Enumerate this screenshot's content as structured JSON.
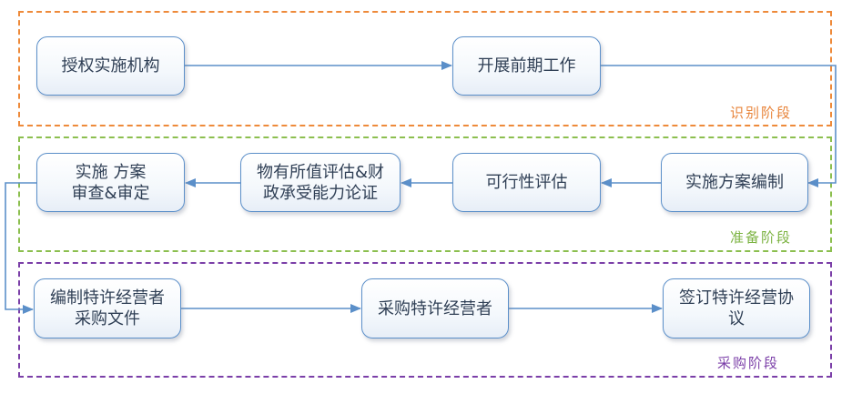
{
  "stages": {
    "identify": {
      "label": "识别阶段",
      "color": "#e8843a"
    },
    "prepare": {
      "label": "准备阶段",
      "color": "#7cb342"
    },
    "procure": {
      "label": "采购阶段",
      "color": "#7b3fa8"
    }
  },
  "nodes": {
    "authorize_agency": "授权实施机构",
    "preliminary_work": "开展前期工作",
    "plan_preparation": "实施方案编制",
    "feasibility_assessment": "可行性评估",
    "vfm_fiscal_assessment": "物有所值评估&财\n政承受能力论证",
    "plan_review_approval": "实施 方案\n审查&审定",
    "procurement_docs": "编制特许经营者\n采购文件",
    "procure_operator": "采购特许经营者",
    "sign_agreement": "签订特许经营协\n议"
  },
  "colors": {
    "arrow": "#5b8fc9",
    "node_border": "#5b8fc9"
  }
}
